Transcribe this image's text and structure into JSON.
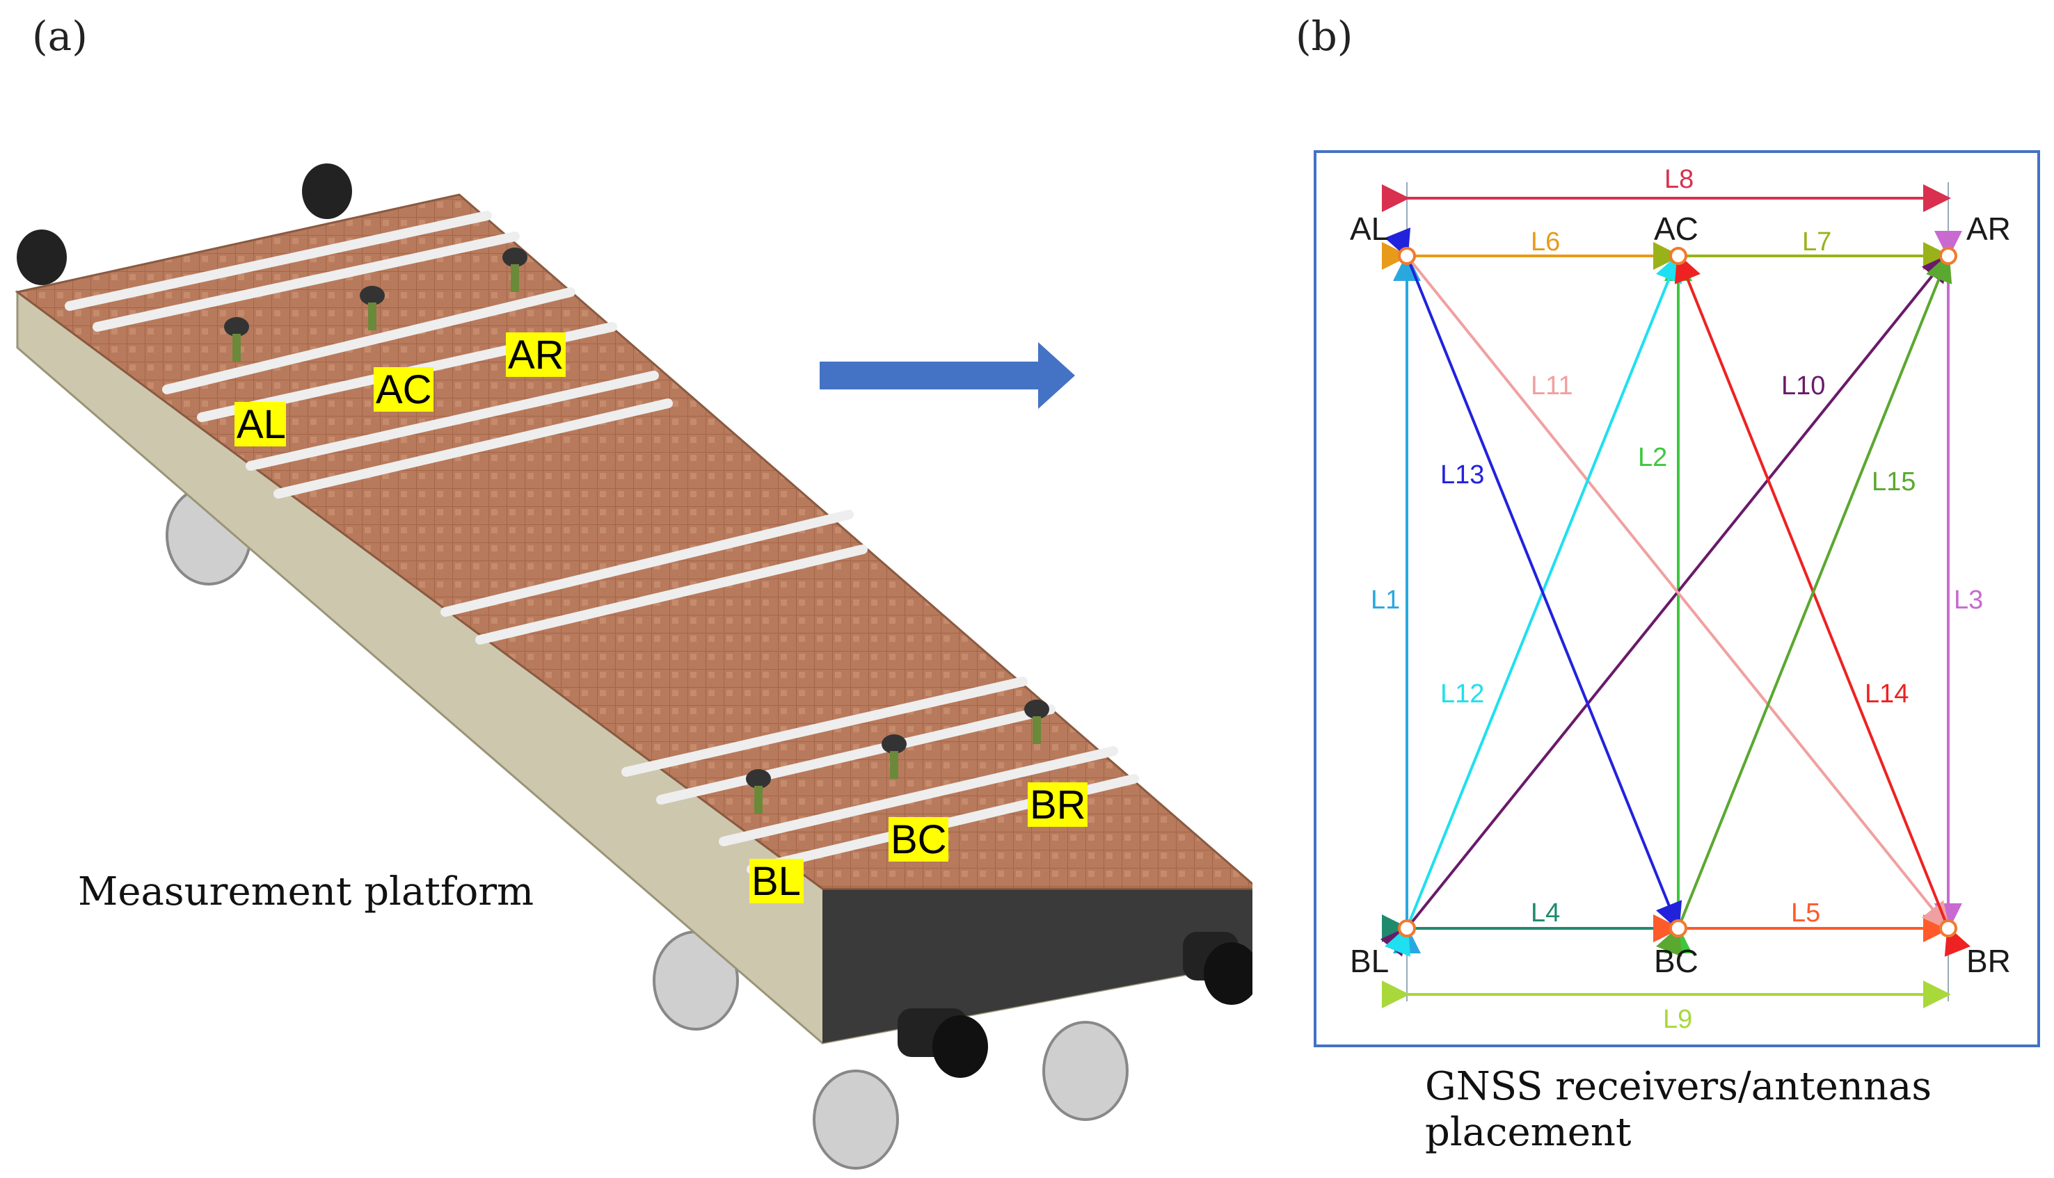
{
  "panels": {
    "a": {
      "label": "(a)",
      "caption": "Measurement platform",
      "receivers": [
        "AL",
        "AC",
        "AR",
        "BL",
        "BC",
        "BR"
      ]
    },
    "b": {
      "label": "(b)",
      "caption_line1": "GNSS receivers/antennas",
      "caption_line2": "placement",
      "nodes": {
        "AL": "AL",
        "AC": "AC",
        "AR": "AR",
        "BL": "BL",
        "BC": "BC",
        "BR": "BR"
      },
      "lines": [
        {
          "id": "L1",
          "label": "L1",
          "color": "#29a8e0"
        },
        {
          "id": "L2",
          "label": "L2",
          "color": "#3cc83c"
        },
        {
          "id": "L3",
          "label": "L3",
          "color": "#c86ad0"
        },
        {
          "id": "L4",
          "label": "L4",
          "color": "#1f8a6e"
        },
        {
          "id": "L5",
          "label": "L5",
          "color": "#ff5a2a"
        },
        {
          "id": "L6",
          "label": "L6",
          "color": "#e89a1a"
        },
        {
          "id": "L7",
          "label": "L7",
          "color": "#9ab21a"
        },
        {
          "id": "L8",
          "label": "L8",
          "color": "#d8304e"
        },
        {
          "id": "L9",
          "label": "L9",
          "color": "#a8d83a"
        },
        {
          "id": "L10",
          "label": "L10",
          "color": "#6a1a6a"
        },
        {
          "id": "L11",
          "label": "L11",
          "color": "#f0a0a0"
        },
        {
          "id": "L12",
          "label": "L12",
          "color": "#1ee0f0"
        },
        {
          "id": "L13",
          "label": "L13",
          "color": "#2222dd"
        },
        {
          "id": "L14",
          "label": "L14",
          "color": "#ee2222"
        },
        {
          "id": "L15",
          "label": "L15",
          "color": "#5aa830"
        }
      ]
    }
  },
  "colors": {
    "arrow": "#4472c4",
    "frame": "#4472c4",
    "deck": "#b5765a",
    "label_highlight": "#ffff00"
  }
}
